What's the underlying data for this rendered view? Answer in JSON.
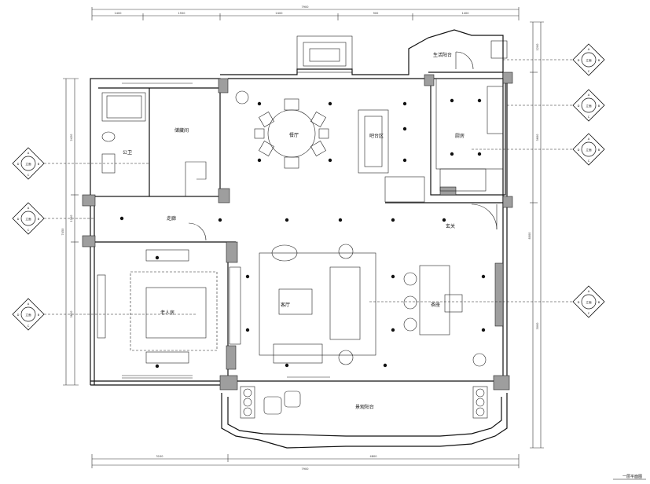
{
  "rooms": {
    "bathroom": "公卫",
    "storage": "储藏间",
    "dining": "餐厅",
    "bar": "吧台区",
    "kitchen": "厨房",
    "utility_balcony": "生活阳台",
    "corridor": "走廊",
    "entrance": "玄关",
    "elderly_room": "老人房",
    "living_room": "客厅",
    "tea_area": "茶座",
    "balcony": "景观阳台"
  },
  "drawing_title": "一层平面图",
  "dimensions": {
    "top_total": "7900",
    "top_segments": [
      "1400",
      "1550",
      "2400",
      "900",
      "1400"
    ],
    "bottom_total": "7900",
    "bottom_segments": [
      "3100",
      "4800"
    ],
    "left_segments": [
      "2420",
      "1200",
      "3820"
    ],
    "left_total": "7450",
    "right_segments": [
      "1200",
      "3600",
      "3000"
    ],
    "right_total": "8000"
  },
  "index_tags": {
    "letters": [
      "A",
      "B",
      "C",
      "D"
    ],
    "ref": "立面"
  }
}
